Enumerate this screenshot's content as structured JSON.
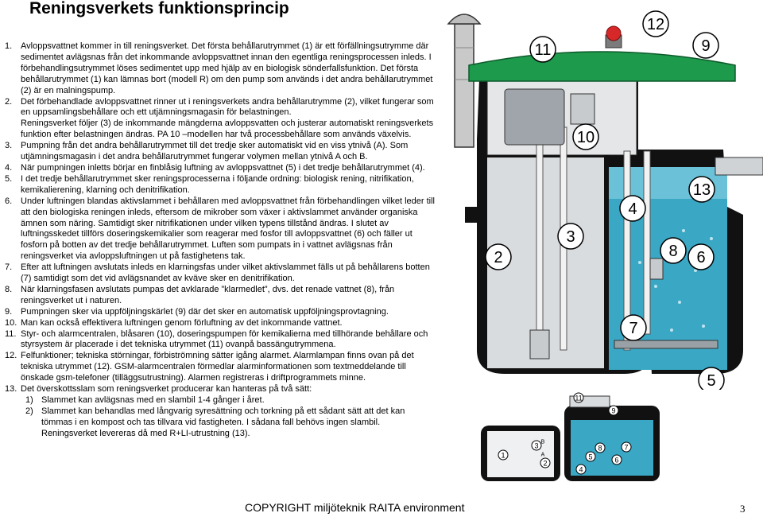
{
  "page": {
    "title": "Reningsverkets funktionsprincip",
    "footer": "COPYRIGHT miljöteknik RAITA environment",
    "page_number": "3"
  },
  "steps": [
    {
      "num": "1.",
      "paragraphs": [
        "Avloppsvattnet kommer in till reningsverket. Det första behållarutrymmet (1) är ett förfällningsutrymme där sedimentet avlägsnas från det inkommande avloppsvattnet innan den egentliga reningsprocessen inleds. I förbehandlingsutrymmet löses sedimentet upp med hjälp av en biologisk sönderfallsfunktion. Det första behållarutrymmet (1) kan lämnas bort (modell R) om den pump som används i det andra behållarutrymmet (2) är en malningspump."
      ]
    },
    {
      "num": "2.",
      "paragraphs": [
        "Det förbehandlade avloppsvattnet rinner ut i reningsverkets andra behållarutrymme (2), vilket fungerar som en uppsamlingsbehållare och ett utjämningsmagasin för belastningen.",
        "Reningsverket följer (3) de inkommande mängderna avloppsvatten och justerar automatiskt reningsverkets funktion efter belastningen ändras. PA 10 –modellen har två processbehållare som används växelvis."
      ]
    },
    {
      "num": "3.",
      "paragraphs": [
        "Pumpning från det andra behållarutrymmet till det tredje sker automatiskt vid en viss ytnivå (A). Som utjämningsmagasin i det andra behållarutrymmet fungerar volymen mellan ytnivå A och B."
      ]
    },
    {
      "num": "4.",
      "paragraphs": [
        "När pumpningen inletts börjar en finblåsig luftning av avloppsvattnet (5) i det tredje behållarutrymmet (4)."
      ]
    },
    {
      "num": "5.",
      "paragraphs": [
        "I det tredje behållarutrymmet sker reningsprocesserna i följande ordning: biologisk rening, nitrifikation, kemikalierening, klarning och denitrifikation."
      ]
    },
    {
      "num": "6.",
      "paragraphs": [
        "Under luftningen blandas aktivslammet i behållaren med avloppsvattnet från förbehandlingen vilket leder till att den biologiska reningen inleds, eftersom de mikrober som växer i aktivslammet använder organiska ämnen som näring. Samtidigt sker nitrifikationen under vilken typens tillstånd ändras. I slutet av luftningsskedet tillförs doseringskemikalier som reagerar med fosfor till avloppsvattnet (6) och fäller ut fosforn på botten av det tredje behållarutrymmet. Luften som pumpats in i vattnet avlägsnas från reningsverket via avloppsluftningen ut på fastighetens tak."
      ]
    },
    {
      "num": "7.",
      "paragraphs": [
        "Efter att luftningen avslutats inleds en klarningsfas under vilket aktivslammet fälls ut på behållarens botten (7) samtidigt som det vid avlägsnandet av kväve sker en denitrifikation."
      ]
    },
    {
      "num": "8.",
      "paragraphs": [
        "När klarningsfasen avslutats pumpas det avklarade ”klarmedlet”, dvs. det renade vattnet (8), från reningsverket ut i naturen."
      ]
    },
    {
      "num": "9.",
      "paragraphs": [
        "Pumpningen sker via uppföljningskärlet (9) där det sker en automatisk uppföljningsprovtagning."
      ]
    },
    {
      "num": "10.",
      "paragraphs": [
        "Man kan också effektivera luftningen genom förluftning av det inkommande vattnet."
      ]
    },
    {
      "num": "11.",
      "paragraphs": [
        "Styr- och alarmcentralen, blåsaren (10), doseringspumpen för kemikalierna med tillhörande behållare och styrsystem är placerade i det tekniska utrymmet (11) ovanpå bassängutrymmena."
      ]
    },
    {
      "num": "12.",
      "paragraphs": [
        "Felfunktioner; tekniska störningar, förbiströmning sätter igång alarmet. Alarmlampan finns ovan på det tekniska utrymmet (12). GSM-alarmcentralen förmedlar alarminformationen som textmeddelande till önskade gsm-telefoner (tilläggsutrustning). Alarmen registreras i driftprogrammets minne."
      ]
    },
    {
      "num": "13.",
      "paragraphs": [
        "Det överskottsslam som reningsverket producerar kan hanteras på två sätt:"
      ],
      "sub": [
        {
          "num": "1)",
          "text": "Slammet kan avlägsnas med en slambil 1-4 gånger i året."
        },
        {
          "num": "2)",
          "text": "Slammet kan behandlas med långvarig syresättning och torkning på ett sådant sätt att det kan tömmas i en kompost och tas tillvara vid fastigheten. I sådana fall behövs ingen slambil. Reningsverket levereras då med R+LI-utrustning (13)."
        }
      ]
    }
  ],
  "diagram": {
    "callouts": [
      "11",
      "12",
      "9",
      "10",
      "13",
      "4",
      "3",
      "2",
      "8",
      "6",
      "7",
      "5"
    ],
    "colors": {
      "lid_green": "#1e9a4c",
      "water_teal": "#3aa7c4",
      "tank_black": "#111111",
      "air_bubbles": "#d7eef6",
      "pipe_grey": "#cfd3d6",
      "alarm_red": "#d62828"
    },
    "mini_labels": [
      "11",
      "9",
      "1",
      "2",
      "3",
      "4",
      "5",
      "6",
      "7",
      "8",
      "B",
      "A"
    ]
  }
}
